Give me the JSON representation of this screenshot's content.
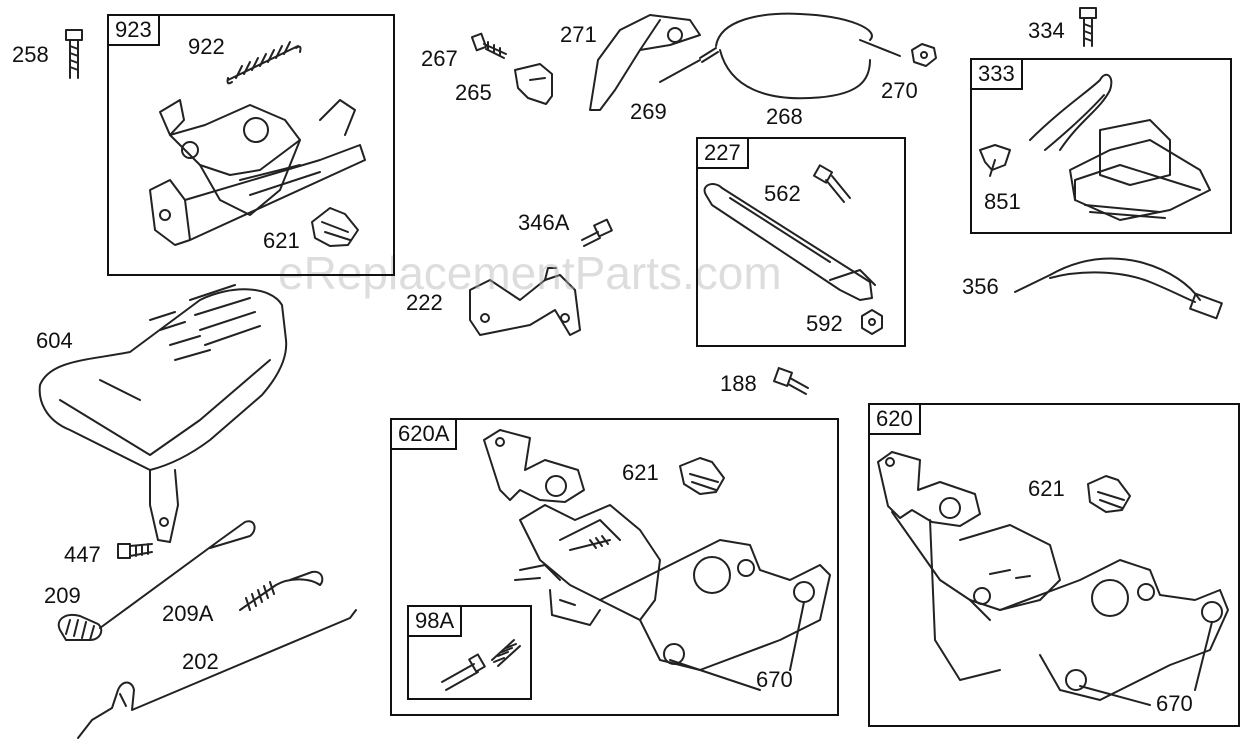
{
  "watermark": "eReplacementParts.com",
  "boxes": {
    "b923": "923",
    "b333": "333",
    "b227": "227",
    "b620A": "620A",
    "b98A": "98A",
    "b620": "620"
  },
  "labels": {
    "p258": "258",
    "p922": "922",
    "p621a": "621",
    "p267": "267",
    "p265": "265",
    "p271": "271",
    "p269": "269",
    "p268": "268",
    "p270": "270",
    "p334": "334",
    "p851": "851",
    "p562": "562",
    "p592": "592",
    "p346A": "346A",
    "p222": "222",
    "p356": "356",
    "p604": "604",
    "p188": "188",
    "p621b": "621",
    "p621c": "621",
    "p447": "447",
    "p209": "209",
    "p209A": "209A",
    "p202": "202",
    "p670a": "670",
    "p670b": "670"
  }
}
